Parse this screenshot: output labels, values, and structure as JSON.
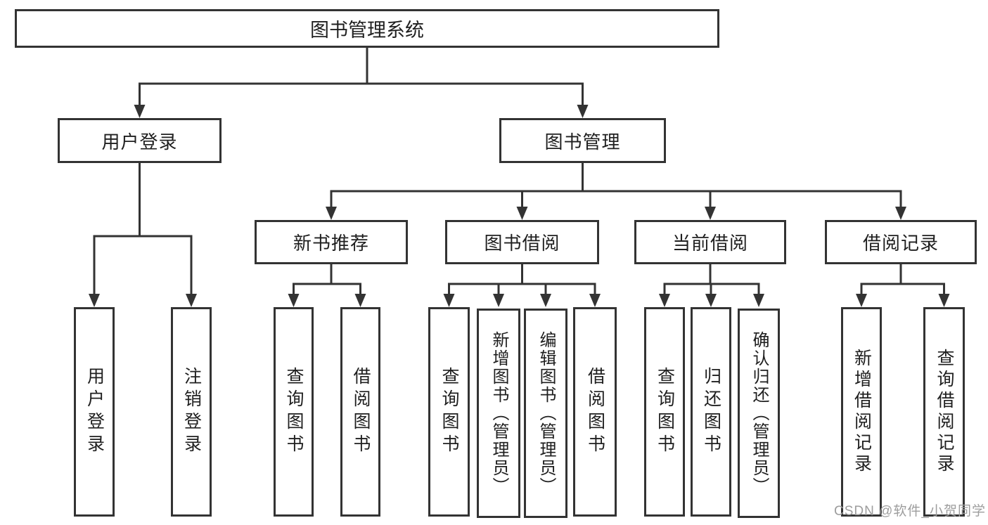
{
  "tree": {
    "label": "图书管理系统",
    "children": [
      {
        "label": "用户登录",
        "children": [
          {
            "label": "用户登录"
          },
          {
            "label": "注销登录"
          }
        ]
      },
      {
        "label": "图书管理",
        "children": [
          {
            "label": "新书推荐",
            "children": [
              {
                "label": "查询图书"
              },
              {
                "label": "借阅图书"
              }
            ]
          },
          {
            "label": "图书借阅",
            "children": [
              {
                "label": "查询图书"
              },
              {
                "label": "新增图书（管理员）"
              },
              {
                "label": "编辑图书（管理员）"
              },
              {
                "label": "借阅图书"
              }
            ]
          },
          {
            "label": "当前借阅",
            "children": [
              {
                "label": "查询图书"
              },
              {
                "label": "归还图书"
              },
              {
                "label": "确认归还（管理员）"
              }
            ]
          },
          {
            "label": "借阅记录",
            "children": [
              {
                "label": "新增借阅记录"
              },
              {
                "label": "查询借阅记录"
              }
            ]
          }
        ]
      }
    ]
  },
  "watermark": "CSDN @软件_小贺同学",
  "colors": {
    "line": "#333333",
    "text": "#1f1f1f",
    "box_background": "#ffffff",
    "watermark": "#9d9d9d"
  }
}
